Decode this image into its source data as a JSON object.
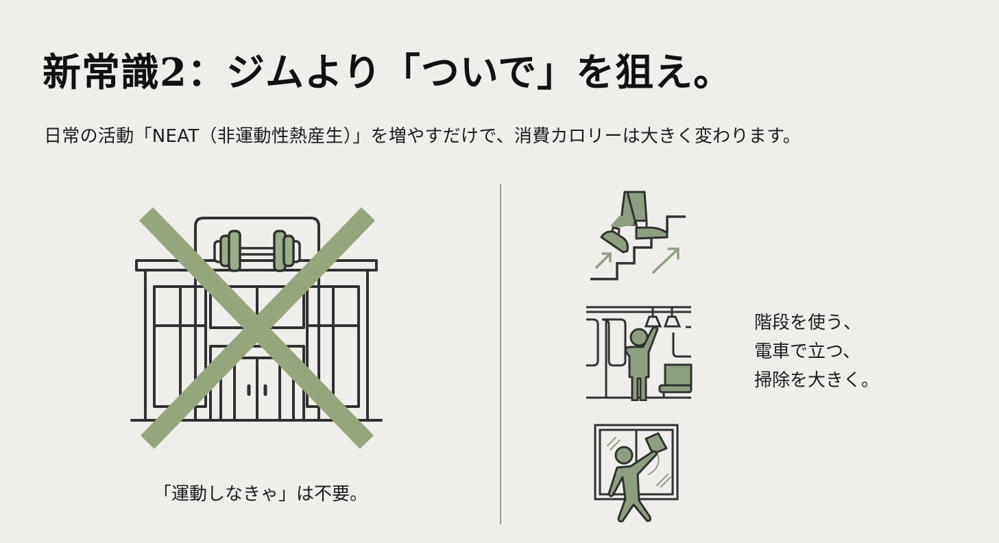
{
  "header": {
    "title": "新常識2：ジムより「ついで」を狙え。",
    "subtitle": "日常の活動「NEAT（非運動性熱産生）」を増やすだけで、消費カロリーは大きく変わります。"
  },
  "left_panel": {
    "illustration": "gym-building-crossed-out",
    "caption": "「運動しなきゃ」は不要。"
  },
  "right_panel": {
    "icons": [
      {
        "name": "climbing-stairs-icon"
      },
      {
        "name": "standing-on-train-icon"
      },
      {
        "name": "cleaning-window-icon"
      }
    ],
    "caption_lines": [
      "階段を使う、",
      "電車で立つ、",
      "掃除を大きく。"
    ]
  },
  "colors": {
    "background": "#efeeea",
    "accent_green": "#95a67d",
    "icon_fill_green": "#8d9e81",
    "line_dark": "#2f3130",
    "divider": "#9a9a98"
  }
}
